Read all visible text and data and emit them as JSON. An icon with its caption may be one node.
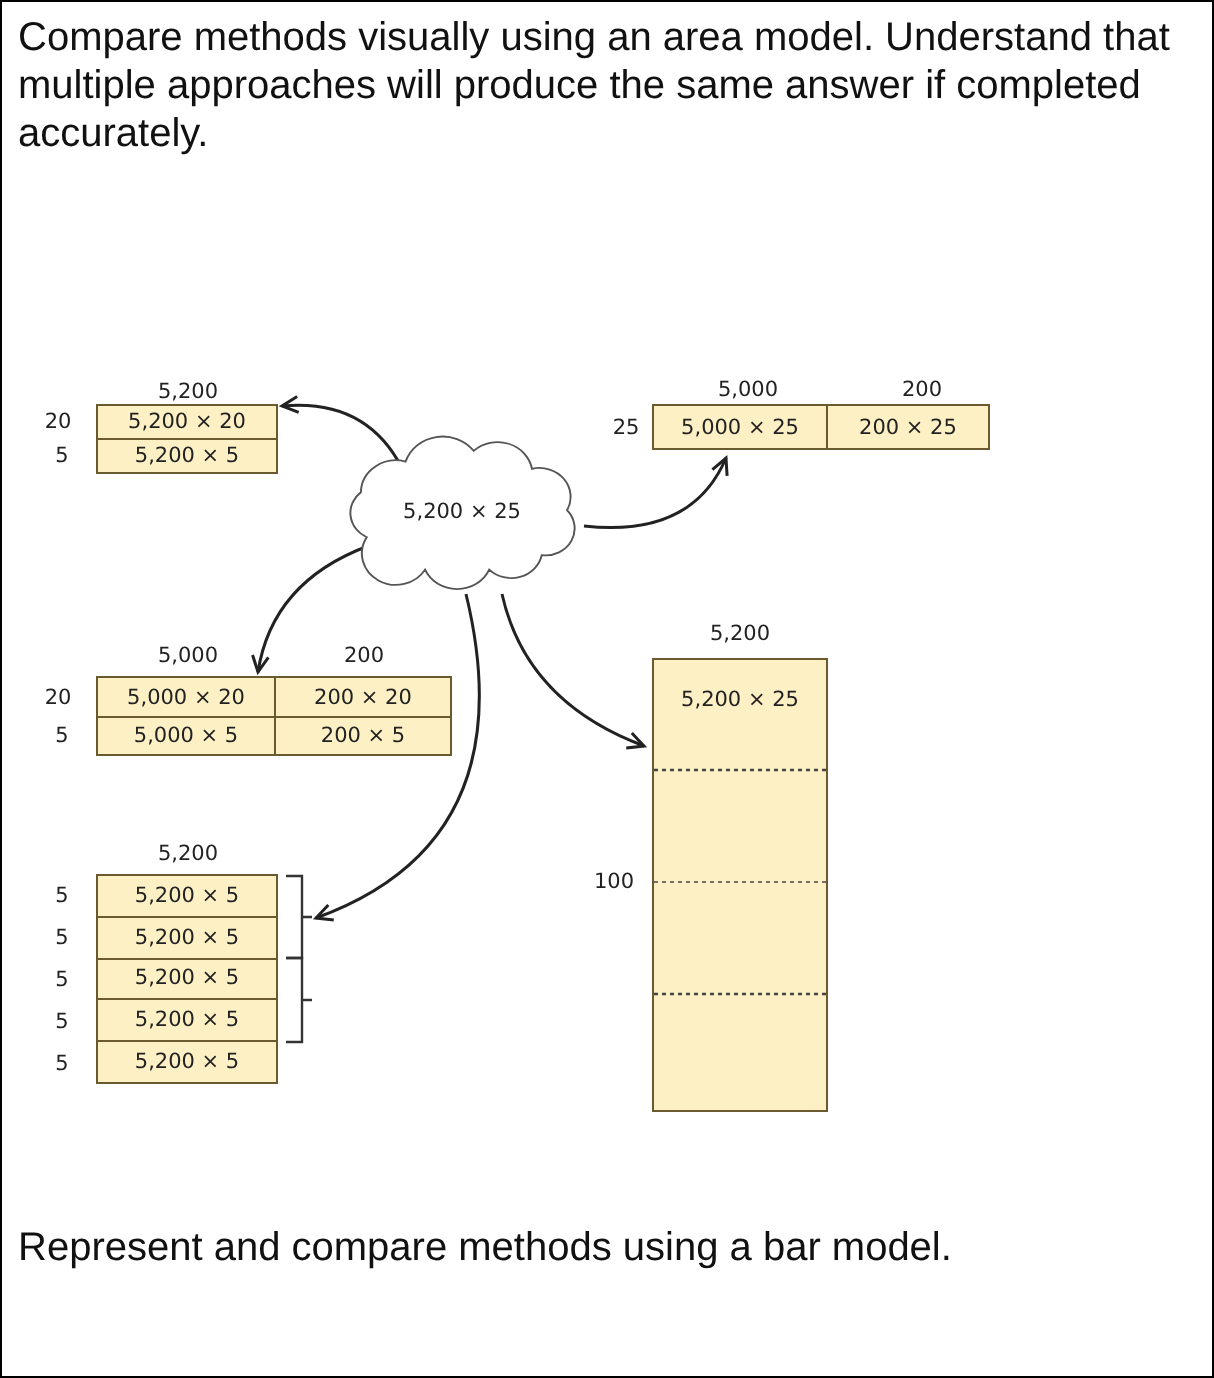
{
  "diagram": {
    "title": "Compare methods visually using an area model. Understand that multiple approaches will produce the same answer if completed accurately.",
    "caption": "Represent and compare methods using a bar model.",
    "nodes": [
      {
        "text": [],
        "shape": "box",
        "beside": [
          "5,200",
          "20",
          "5"
        ]
      },
      {
        "text": [
          "5,200 × 20"
        ],
        "in": 0
      },
      {
        "text": [
          "5,200 × 5"
        ],
        "in": 0
      },
      {
        "text": [],
        "shape": "box",
        "beside": [
          "5,000",
          "200",
          "25"
        ]
      },
      {
        "text": [
          "5,000 × 25"
        ],
        "in": 3
      },
      {
        "text": [
          "200 × 25"
        ],
        "in": 3
      },
      {
        "text": [
          "5,200 × 25"
        ]
      },
      {
        "text": [],
        "shape": "box",
        "beside": [
          "5,000",
          "200",
          "20",
          "5"
        ]
      },
      {
        "text": [
          "5,000 × 20"
        ],
        "in": 7
      },
      {
        "text": [
          "200 × 20"
        ],
        "in": 7
      },
      {
        "text": [
          "5,000 × 5"
        ],
        "in": 7
      },
      {
        "text": [
          "200 × 5"
        ],
        "in": 7
      },
      {
        "text": [],
        "shape": "box",
        "beside": [
          "5,200",
          "5",
          "5",
          "5",
          "5",
          "5"
        ]
      },
      {
        "text": [
          "5,200 × 5"
        ],
        "in": 12
      },
      {
        "text": [
          "5,200 × 5"
        ],
        "in": 12
      },
      {
        "text": [
          "5,200 × 5"
        ],
        "in": 12
      },
      {
        "text": [
          "5,200 × 5"
        ],
        "in": 12
      },
      {
        "text": [
          "5,200 × 5"
        ],
        "in": 12
      },
      {
        "text": [
          "5,200 × 25"
        ],
        "beside": [
          "5,200",
          "100"
        ]
      }
    ],
    "edges": [
      {
        "from": 6,
        "to": 0,
        "arrow": "to"
      },
      {
        "from": 6,
        "to": 3,
        "arrow": "to"
      },
      {
        "from": 6,
        "to": 7,
        "arrow": "to"
      },
      {
        "from": 6,
        "to": 12,
        "arrow": "to"
      },
      {
        "from": 6,
        "to": 18,
        "arrow": "to"
      }
    ]
  }
}
